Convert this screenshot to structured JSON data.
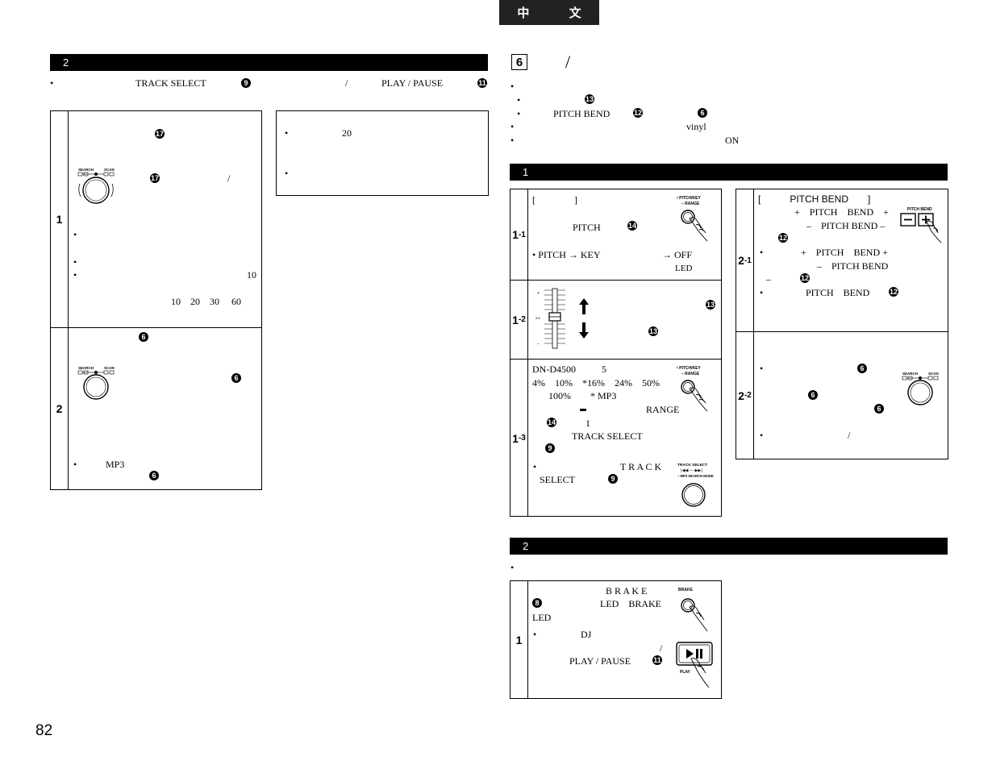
{
  "header": {
    "language_tab": "中 文"
  },
  "section": {
    "number": "6",
    "slash": "/"
  },
  "left": {
    "bar_label": "2",
    "intro": {
      "track_select": "TRACK SELECT",
      "num9": "9",
      "slash": "/",
      "play_pause": "PLAY / PAUSE",
      "num11": "11"
    },
    "step1": {
      "label": "1",
      "num17a": "17",
      "num17b": "17",
      "slash": "/",
      "num10": "10",
      "times": "10　20　30　 60",
      "search_icon_label": "SEARCH",
      "scan_icon_label": "SCAN"
    },
    "step2": {
      "label": "2",
      "num6a": "6",
      "num6b": "6",
      "mp3": "MP3",
      "num6c": "6",
      "search_icon_label": "SEARCH",
      "scan_icon_label": "SCAN"
    },
    "note": {
      "twenty": "20"
    }
  },
  "right": {
    "bullets": {
      "num13": "13",
      "pitch_bend": "PITCH BEND",
      "num12": "12",
      "num6": "6",
      "vinyl": "vinyl",
      "on": "ON"
    },
    "bar1_label": "1",
    "s11": {
      "label_main": "1",
      "label_sub": "-1",
      "brackets": "[　　　　]",
      "pitch": "PITCH",
      "num14": "14",
      "pitch_key": "• PITCH → KEY",
      "off": "→ OFF",
      "led": "LED",
      "button_label": "• PITCH/KEY\n– RANGE"
    },
    "s12": {
      "label_main": "1",
      "label_sub": "-2",
      "num13a": "13",
      "num13b": "13",
      "plus": "+",
      "zero": "0%",
      "minus": "–"
    },
    "s13": {
      "label_main": "1",
      "label_sub": "-3",
      "model": "DN-D4500",
      "five": "5",
      "ranges": "4%　10%　*16%　24%　50%",
      "hundred": "100%",
      "mp3": "*  MP3",
      "range": "RANGE",
      "num14": "14",
      "one": "1",
      "track_select": "TRACK SELECT",
      "num9a": "9",
      "track_spaced": "T R A C K",
      "select": "SELECT",
      "num9b": "9",
      "button_label": "TRACK SELECT",
      "mode_label": "– MP3 SEARCH MODE"
    },
    "s21": {
      "label_main": "2",
      "label_sub": "-1",
      "heading": "[　　　PITCH BEND　　]",
      "line1": "+　PITCH　BEND　+",
      "line2": "–　PITCH BEND –",
      "num12a": "12",
      "line3": "+　PITCH　BEND  +",
      "line4": "–　PITCH BEND",
      "minus": "–",
      "num12b": "12",
      "pitch_bend": "PITCH　BEND",
      "num12c": "12",
      "button_label": "PITCH BEND"
    },
    "s22": {
      "label_main": "2",
      "label_sub": "-2",
      "num6a": "6",
      "num6b": "6",
      "num6c": "6",
      "slash": "/",
      "search_icon_label": "SEARCH",
      "scan_icon_label": "SCAN"
    },
    "bar2_label": "2",
    "brake": {
      "label": "1",
      "brake": "B R A K E",
      "num8": "8",
      "led_brake": "LED　BRAKE",
      "led": "LED",
      "dj": "DJ",
      "slash": "/",
      "play_pause": "PLAY / PAUSE",
      "num11": "11",
      "brake_button_label": "BRAKE",
      "play_label": "PLAY"
    }
  },
  "page_number": "82"
}
